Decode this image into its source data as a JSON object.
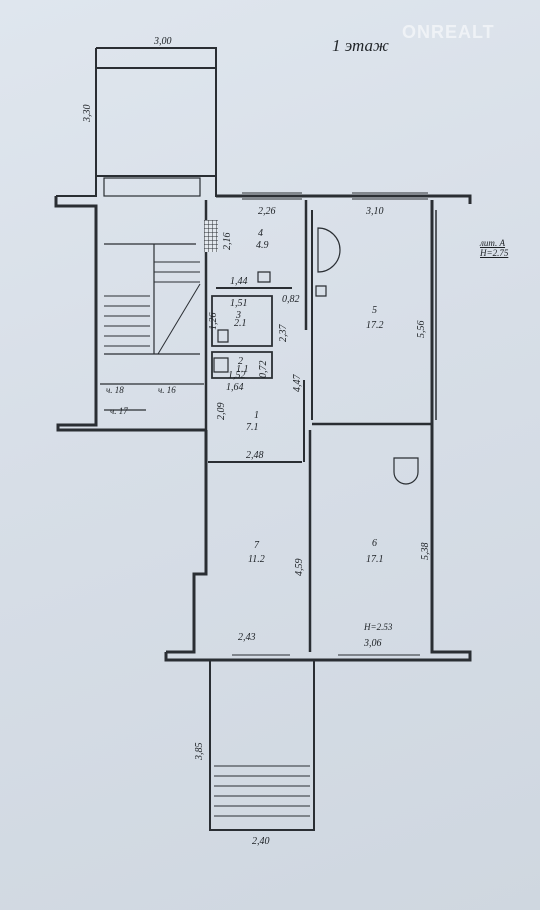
{
  "title": "1 этаж",
  "watermark": "ONREALT",
  "legend": {
    "line1": "лит. А",
    "line2": "H=2.75"
  },
  "height_note": "H=2.53",
  "rooms": [
    {
      "num": "1",
      "area": "7.1"
    },
    {
      "num": "2",
      "area": "1.1"
    },
    {
      "num": "3",
      "area": "2.1"
    },
    {
      "num": "4",
      "area": "4.9"
    },
    {
      "num": "5",
      "area": "17.2"
    },
    {
      "num": "6",
      "area": "17.1"
    },
    {
      "num": "7",
      "area": "11.2"
    }
  ],
  "stair_labels": {
    "l18": "ч. 18",
    "l16": "ч. 16",
    "l17": "ч. 17"
  },
  "dims": {
    "top_entry_width": "3,00",
    "top_entry_depth": "3,30",
    "r4_width": "2,26",
    "r5_width": "3,10",
    "r4_depth": "2,16",
    "r4_inner": "1,44",
    "r3_width": "1,51",
    "r3_depth": "1,26",
    "r3_side": "2,37",
    "wall_gap": "0,82",
    "r2_width": "1,52",
    "r2_depth": "0,72",
    "r5_depth": "5,56",
    "r1_width_top": "1,64",
    "r1_depth": "2,09",
    "r1_side": "4,47",
    "r1_width_bottom": "2,48",
    "r7_depth": "4,59",
    "r7_width": "2,43",
    "r6_depth": "5,38",
    "r6_width": "3,06",
    "stairs_depth": "3,85",
    "stairs_width": "2,40"
  }
}
